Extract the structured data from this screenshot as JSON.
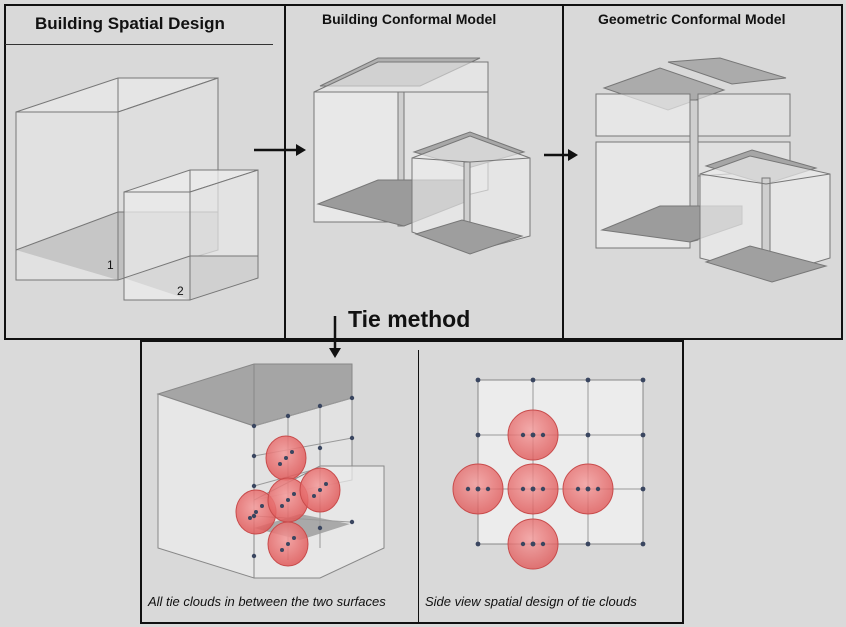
{
  "panels": {
    "building_spatial_design": {
      "title": "Building Spatial Design",
      "labels": [
        "1",
        "2"
      ]
    },
    "building_conformal_model": {
      "title": "Building Conformal Model"
    },
    "geometric_conformal_model": {
      "title": "Geometric Conformal Model"
    }
  },
  "method": {
    "label": "Tie method"
  },
  "captions": {
    "left": "All tie clouds in between the two surfaces",
    "right": "Side view spatial design of tie clouds"
  },
  "colors": {
    "background": "#d9d9d9",
    "tie_cloud": "#ee6b6b",
    "node": "#3a4660",
    "shade": "#9c9c9c"
  }
}
